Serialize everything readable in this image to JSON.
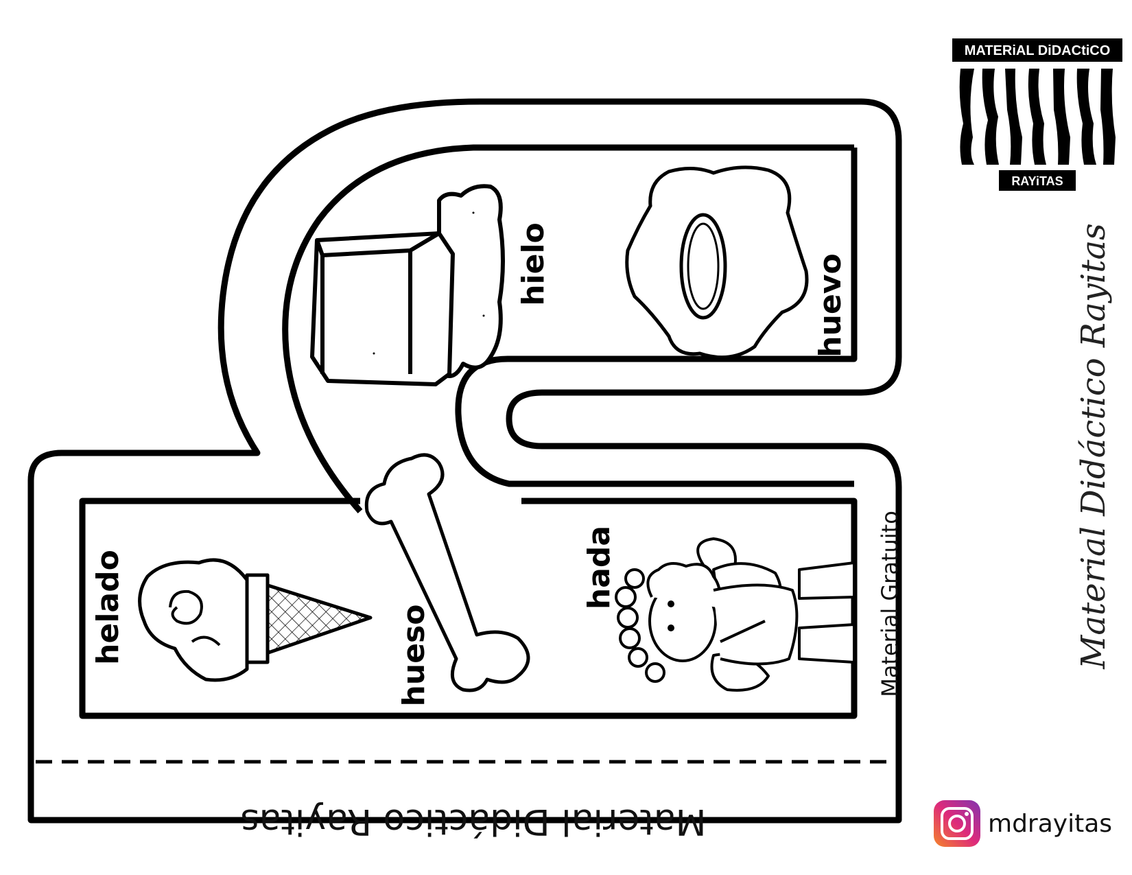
{
  "logo": {
    "top_text": "MATERiAL DiDACtiCO",
    "bottom_text": "RAYiTAS"
  },
  "words": {
    "hielo": "hielo",
    "huevo": "huevo",
    "helado": "helado",
    "hueso": "hueso",
    "hada": "hada"
  },
  "flap_caption": "Material Didáctico Rayitas",
  "inner_side_caption": "Material Gratuito",
  "vertical_watermark": "Material Didáctico Rayitas",
  "instagram": {
    "handle": "mdrayitas",
    "icon": "instagram-icon"
  },
  "colors": {
    "instagram_start": "#f58529",
    "instagram_mid": "#dd2a7b",
    "instagram_end": "#8134af"
  }
}
